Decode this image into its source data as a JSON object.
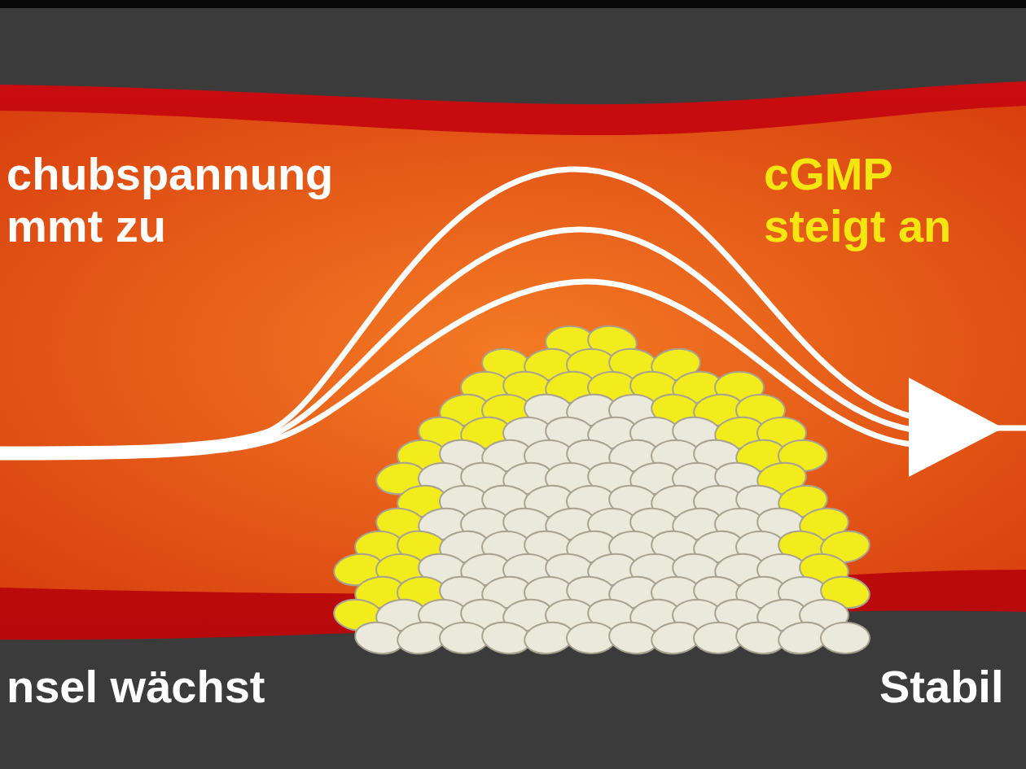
{
  "diagram": {
    "labels": [
      "chubspannung mmt zu",
      "cGMP steigt an",
      "nsel wächst",
      "Stabil"
    ]
  }
}
